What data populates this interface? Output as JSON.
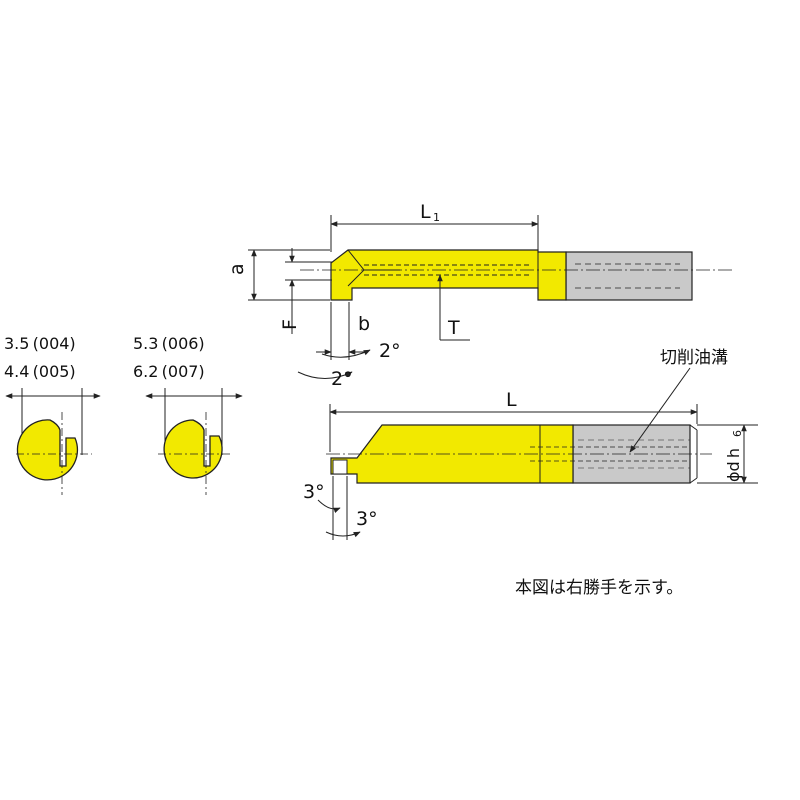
{
  "colors": {
    "carbide_yellow": "#f2e900",
    "shank_gray": "#c9c9c9",
    "line": "#222222"
  },
  "cross_sections": {
    "left": {
      "line1": "3.5 (004)",
      "line2": "4.4 (005)"
    },
    "right": {
      "line1": "5.3 (006)",
      "line2": "6.2 (007)"
    }
  },
  "top_view": {
    "L1": "L",
    "L1_sub": "1",
    "a": "a",
    "F": "F",
    "b": "b",
    "T": "T",
    "angle1": "2°",
    "angle2": "2°"
  },
  "bottom_view": {
    "L": "L",
    "diameter": "ϕd h",
    "diameter_sub": "6",
    "angle1": "3°",
    "angle2": "3°",
    "coolant_groove": "切削油溝"
  },
  "note": "本図は右勝手を示す。"
}
